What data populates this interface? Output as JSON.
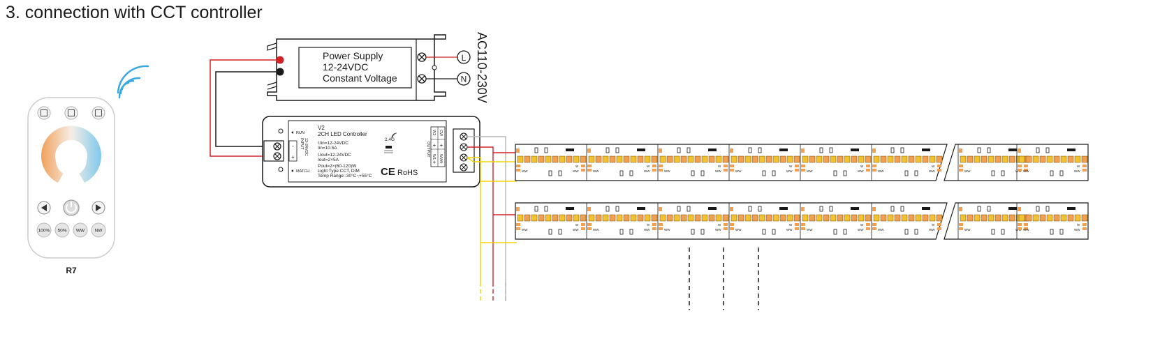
{
  "title": "3. connection with CCT controller",
  "remote": {
    "name": "R7",
    "buttons": [
      "100%",
      "50%",
      "WW",
      "NW"
    ]
  },
  "power_supply": {
    "line1": "Power Supply",
    "line2": "12-24VDC",
    "line3": "Constant Voltage"
  },
  "ac_label": "AC110-230V",
  "terminals": {
    "live": "L",
    "neutral": "N"
  },
  "controller": {
    "model": "V2",
    "name": "2CH LED Controller",
    "specs": [
      "Uin=12-24VDC",
      "Iin=10.5A",
      "Uout=12-24VDC",
      "Iout=2×5A",
      "Pout=2×(60-120)W",
      "Light Type:CCT, DIM",
      "Temp Range:-30°C~+55°C"
    ],
    "wireless": "2.4G",
    "run": "RUN",
    "match": "MATCH",
    "input": "INPUT",
    "input_voltage": "12-24VDC",
    "output": "OUTPUT",
    "channels": [
      "W2",
      "CW",
      "W1",
      "WW"
    ],
    "cert": "RoHS"
  },
  "strip": {
    "ww_label": "WW",
    "w_label": "W"
  },
  "colors": {
    "red_wire": "#d42027",
    "black_wire": "#1a1a1a",
    "yellow_wire": "#f5d300",
    "gray_wire": "#b5b5b5",
    "led_yellow": "#f2c230",
    "led_orange": "#f0a050",
    "wireless_blue": "#3aa9e0"
  }
}
